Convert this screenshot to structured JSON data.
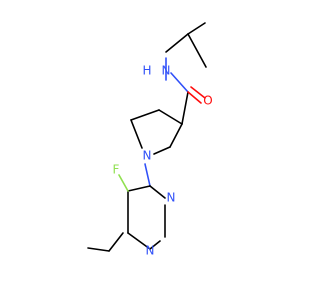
{
  "colors": {
    "background": "#ffffff",
    "bond": "#000000",
    "nitrogen": "#3050f8",
    "oxygen": "#ff0d0d",
    "fluorine": "#90e050"
  },
  "labels": {
    "amide_nh": "H",
    "amide_n": "N",
    "carbonyl_o": "O",
    "pyrrolidine_n": "N",
    "fluorine": "F",
    "pyrimidine_n1": "N",
    "pyrimidine_n2": "N"
  }
}
